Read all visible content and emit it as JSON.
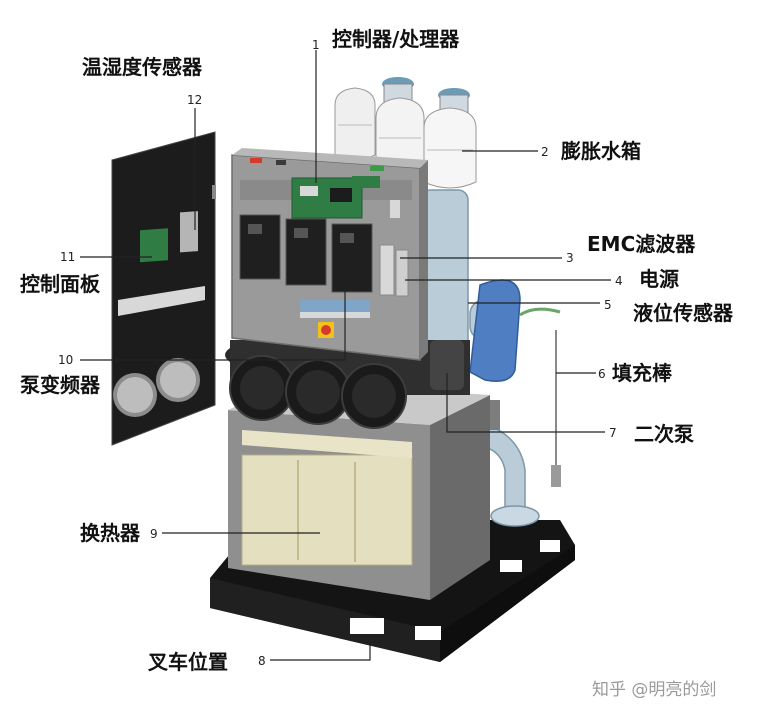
{
  "labels": [
    {
      "id": "controller-processor",
      "text": "控制器/处理器",
      "num": "1"
    },
    {
      "id": "expansion-tank",
      "text": "膨胀水箱",
      "num": "2"
    },
    {
      "id": "emc-filter",
      "text": "EMC滤波器",
      "num": "3"
    },
    {
      "id": "power-supply",
      "text": "电源",
      "num": "4"
    },
    {
      "id": "level-sensor",
      "text": "液位传感器",
      "num": "5"
    },
    {
      "id": "fill-rod",
      "text": "填充棒",
      "num": "6"
    },
    {
      "id": "secondary-pump",
      "text": "二次泵",
      "num": "7"
    },
    {
      "id": "forklift-position",
      "text": "叉车位置",
      "num": "8"
    },
    {
      "id": "heat-exchanger",
      "text": "换热器",
      "num": "9"
    },
    {
      "id": "pump-inverter",
      "text": "泵变频器",
      "num": "10"
    },
    {
      "id": "control-panel",
      "text": "控制面板",
      "num": "11"
    },
    {
      "id": "temp-humidity-sensor",
      "text": "温湿度传感器",
      "num": "12"
    }
  ],
  "watermark": "知乎 @明亮的剑",
  "colors": {
    "cabinet": "#9a9a9a",
    "cabinet_dark": "#4a4a4a",
    "door": "#1c1c1c",
    "tank": "#efefef",
    "pipe": "#b9ccd8",
    "pallet": "#141414",
    "exchanger": "#e4dfbf",
    "pcb": "#2f7d45",
    "accent_red": "#d33b2c",
    "accent_yellow": "#f2c21a",
    "bag": "#4f7fc2"
  }
}
